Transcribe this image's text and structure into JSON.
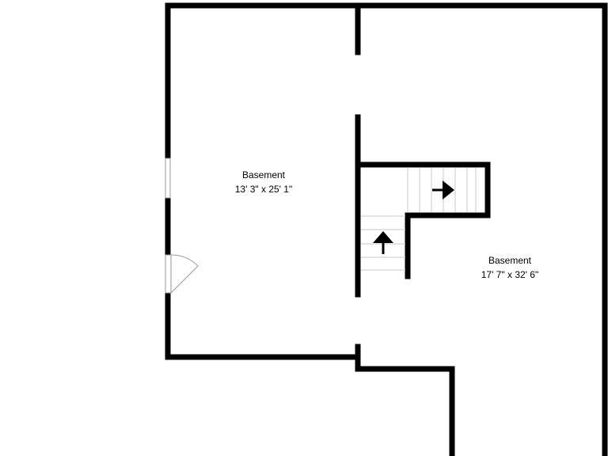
{
  "colors": {
    "wall": "#000000",
    "background": "#ffffff",
    "stair_tread": "#c8c8c8",
    "window": "#9a9a9a"
  },
  "rooms": [
    {
      "name": "Basement",
      "dimensions": "13' 3\" x 25' 1\""
    },
    {
      "name": "Basement",
      "dimensions": "17' 7\" x 32' 6\""
    }
  ],
  "stairs": [
    {
      "direction": "right"
    },
    {
      "direction": "up"
    }
  ]
}
